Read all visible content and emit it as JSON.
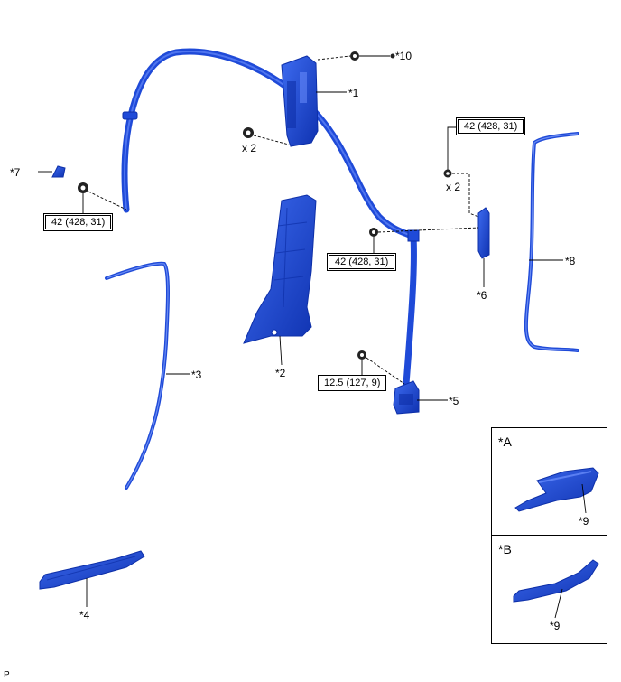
{
  "callouts": {
    "c1": "*1",
    "c2": "*2",
    "c3": "*3",
    "c4": "*4",
    "c5": "*5",
    "c6": "*6",
    "c7": "*7",
    "c8": "*8",
    "c10": "*10",
    "c9a": "*9",
    "c9b": "*9"
  },
  "torque": {
    "t1": "42 (428, 31)",
    "t2": "42 (428, 31)",
    "t3": "42 (428, 31)",
    "t4": "12.5 (127, 9)"
  },
  "quantity": {
    "q1": "x 2",
    "q2": "x 2"
  },
  "insets": {
    "a": "*A",
    "b": "*B"
  },
  "footer": "P",
  "colors": {
    "part": "#1f4ad8",
    "part_dark": "#0d2fa8",
    "line": "#000000"
  }
}
